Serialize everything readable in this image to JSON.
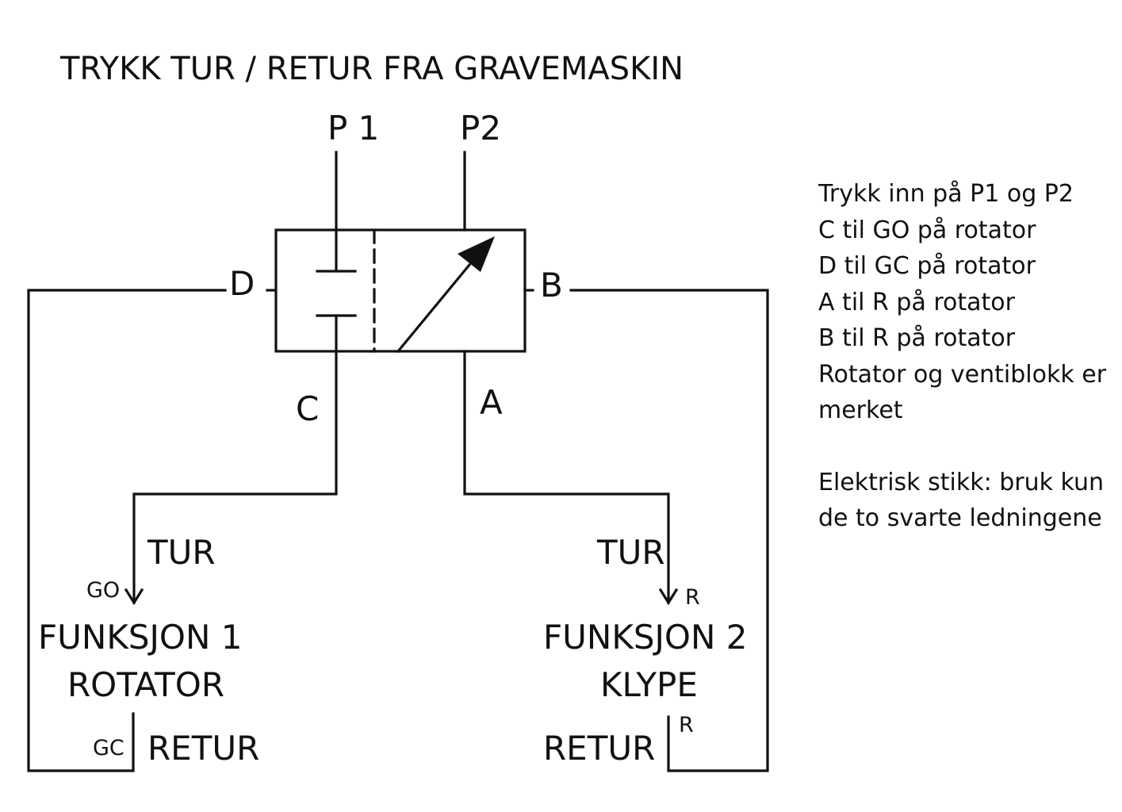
{
  "title": "TRYKK TUR / RETUR FRA GRAVEMASKIN",
  "ports": {
    "p1": "P 1",
    "p2": "P2",
    "d": "D",
    "b": "B",
    "c": "C",
    "a": "A"
  },
  "function_1": {
    "tur": "TUR",
    "go": "GO",
    "name": "FUNKSJON 1",
    "sub": "ROTATOR",
    "gc": "GC",
    "retur": "RETUR"
  },
  "function_2": {
    "tur": "TUR",
    "r_top": "R",
    "name": "FUNKSJON 2",
    "sub": "KLYPE",
    "r_bottom": "R",
    "retur": "RETUR"
  },
  "notes": {
    "line1": "Trykk inn på P1 og P2",
    "line2": "C til GO på rotator",
    "line3": "D til GC på rotator",
    "line4": "A til R på rotator",
    "line5": "B til R på rotator",
    "line6": "Rotator og ventiblokk er",
    "line7": "merket",
    "line8": "Elektrisk stikk: bruk kun",
    "line9": "de to svarte ledningene"
  }
}
